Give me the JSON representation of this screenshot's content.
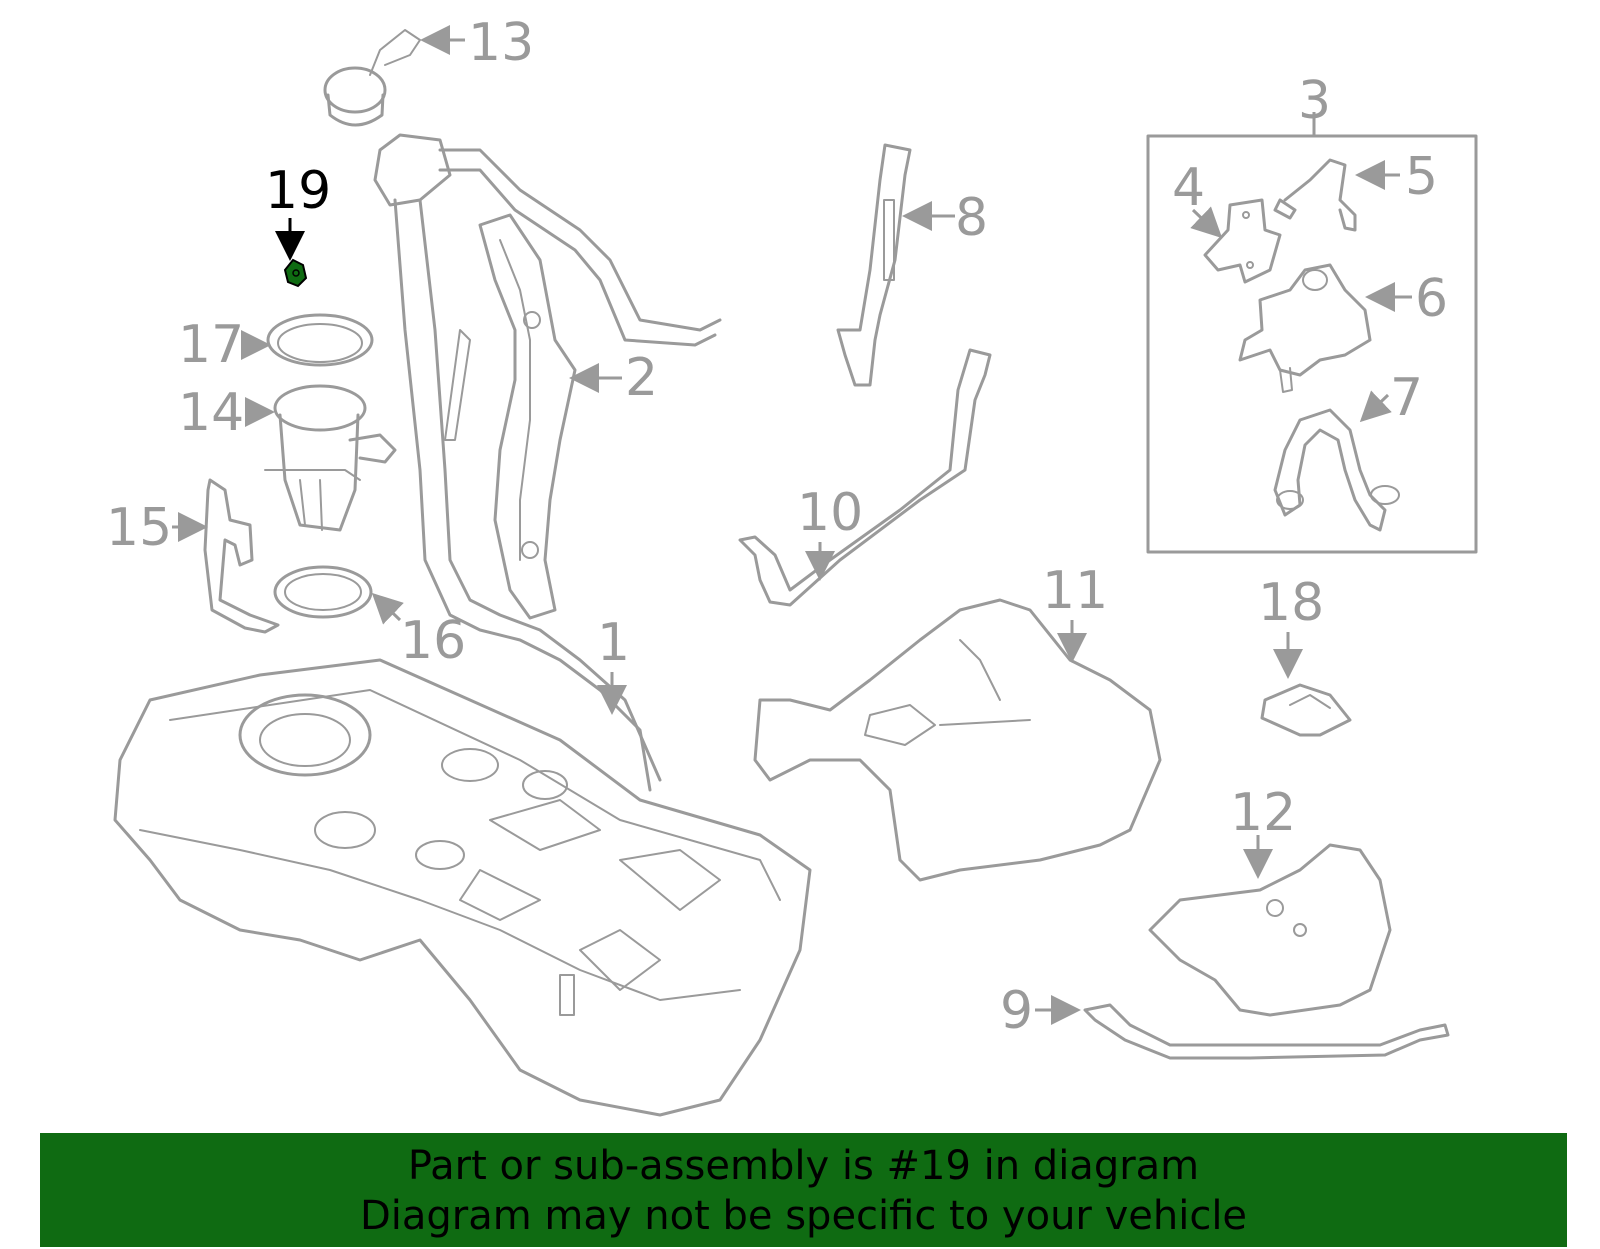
{
  "callouts": {
    "c1": "1",
    "c2": "2",
    "c3": "3",
    "c4": "4",
    "c5": "5",
    "c6": "6",
    "c7": "7",
    "c8": "8",
    "c9": "9",
    "c10": "10",
    "c11": "11",
    "c12": "12",
    "c13": "13",
    "c14": "14",
    "c15": "15",
    "c16": "16",
    "c17": "17",
    "c18": "18",
    "c19": "19"
  },
  "highlight": {
    "part": "19",
    "color": "#0f6b12"
  },
  "banner": {
    "line1": "Part or sub-assembly is #19 in diagram",
    "line2": "Diagram may not be specific to your vehicle",
    "background": "#0f6b12"
  }
}
